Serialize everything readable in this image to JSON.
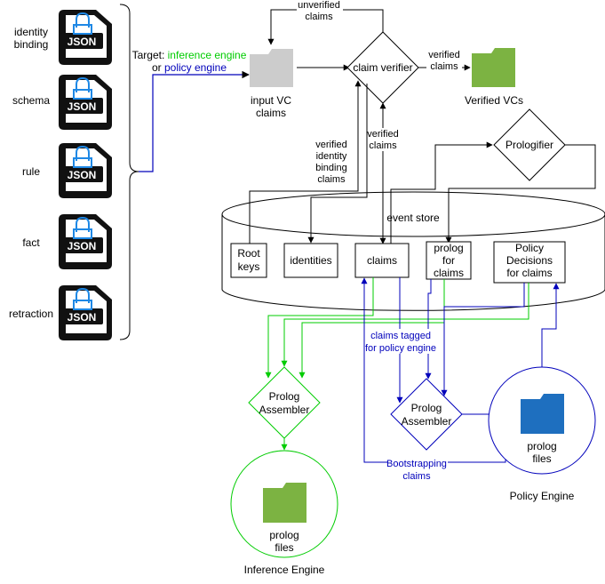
{
  "sources": [
    {
      "label_lines": [
        "identity",
        "binding"
      ]
    },
    {
      "label_lines": [
        "schema"
      ]
    },
    {
      "label_lines": [
        "rule"
      ]
    },
    {
      "label_lines": [
        "fact"
      ]
    },
    {
      "label_lines": [
        "retraction"
      ]
    }
  ],
  "json_text": "JSON",
  "target": {
    "prefix": "Target: ",
    "inference_engine": "inference engine",
    "or_text": "or ",
    "policy_engine": "policy engine"
  },
  "nodes": {
    "input_vc": [
      "input VC",
      "claims"
    ],
    "claim_verifier": "claim verifier",
    "verified_vcs": "Verified VCs",
    "prologifier": "Prologifier",
    "event_store": "event store",
    "root_keys": [
      "Root",
      "keys"
    ],
    "identities": "identities",
    "claims": "claims",
    "prolog_for_claims": [
      "prolog",
      "for",
      "claims"
    ],
    "policy_decisions": [
      "Policy",
      "Decisions",
      "for claims"
    ],
    "assembler_left": [
      "Prolog",
      "Assembler"
    ],
    "assembler_right": [
      "Prolog",
      "Assembler"
    ],
    "prolog_files_left": [
      "prolog",
      "files"
    ],
    "prolog_files_right": [
      "prolog",
      "files"
    ],
    "inference_engine": "Inference Engine",
    "policy_engine": "Policy Engine"
  },
  "edge_labels": {
    "unverified": [
      "unverified",
      "claims"
    ],
    "verified_out": [
      "verified",
      "claims"
    ],
    "verified_down": [
      "verified",
      "claims"
    ],
    "verified_identity": [
      "verified",
      "identity",
      "binding",
      "claims"
    ],
    "tagged": [
      "claims tagged",
      "for policy engine"
    ],
    "bootstrapping": [
      "Bootstrapping",
      "claims"
    ]
  },
  "colors": {
    "green": "#00cc00",
    "blue": "#0000bb",
    "folder_green": "#7cb342",
    "folder_blue": "#1e6fbf",
    "folder_gray": "#cccccc",
    "store_gray": "#999999",
    "lock_blue": "#1e88e5"
  }
}
